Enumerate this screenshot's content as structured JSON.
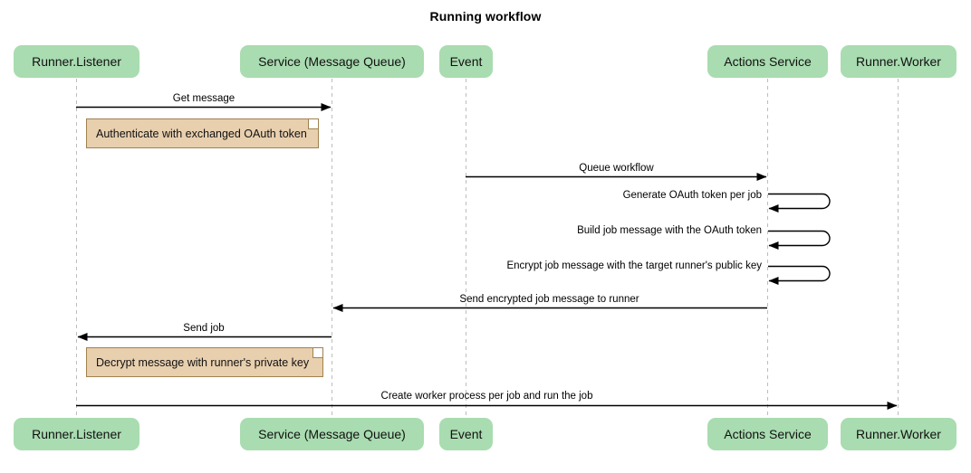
{
  "title": "Running workflow",
  "colors": {
    "participant_fill": "#a9dcb0",
    "note_fill": "#e8cfae",
    "note_border": "#a0814f",
    "lifeline": "#bdbdbd",
    "arrow": "#000000",
    "background": "#ffffff"
  },
  "participants": [
    {
      "id": "runner-listener",
      "label": "Runner.Listener"
    },
    {
      "id": "service-message-queue",
      "label": "Service (Message Queue)"
    },
    {
      "id": "event",
      "label": "Event"
    },
    {
      "id": "actions-service",
      "label": "Actions Service"
    },
    {
      "id": "runner-worker",
      "label": "Runner.Worker"
    }
  ],
  "messages": [
    {
      "id": "get-message",
      "label": "Get message",
      "from": "runner-listener",
      "to": "service-message-queue",
      "direction": "right",
      "kind": "call"
    },
    {
      "id": "queue-workflow",
      "label": "Queue workflow",
      "from": "event",
      "to": "actions-service",
      "direction": "right",
      "kind": "call"
    },
    {
      "id": "generate-oauth-token",
      "label": "Generate OAuth token per job",
      "from": "actions-service",
      "to": "actions-service",
      "direction": "self",
      "kind": "self"
    },
    {
      "id": "build-job-message",
      "label": "Build job message with the OAuth token",
      "from": "actions-service",
      "to": "actions-service",
      "direction": "self",
      "kind": "self"
    },
    {
      "id": "encrypt-job-message",
      "label": "Encrypt job message with the target runner's public key",
      "from": "actions-service",
      "to": "actions-service",
      "direction": "self",
      "kind": "self"
    },
    {
      "id": "send-encrypted-job-message",
      "label": "Send encrypted job message to runner",
      "from": "actions-service",
      "to": "service-message-queue",
      "direction": "left",
      "kind": "call"
    },
    {
      "id": "send-job",
      "label": "Send job",
      "from": "service-message-queue",
      "to": "runner-listener",
      "direction": "left",
      "kind": "call"
    },
    {
      "id": "create-worker-process",
      "label": "Create worker process per job and run the job",
      "from": "runner-listener",
      "to": "runner-worker",
      "direction": "right",
      "kind": "call"
    }
  ],
  "notes": [
    {
      "id": "note-authenticate",
      "label": "Authenticate with exchanged OAuth token",
      "attached_to": "runner-listener"
    },
    {
      "id": "note-decrypt",
      "label": "Decrypt message with runner's private key",
      "attached_to": "runner-listener"
    }
  ]
}
